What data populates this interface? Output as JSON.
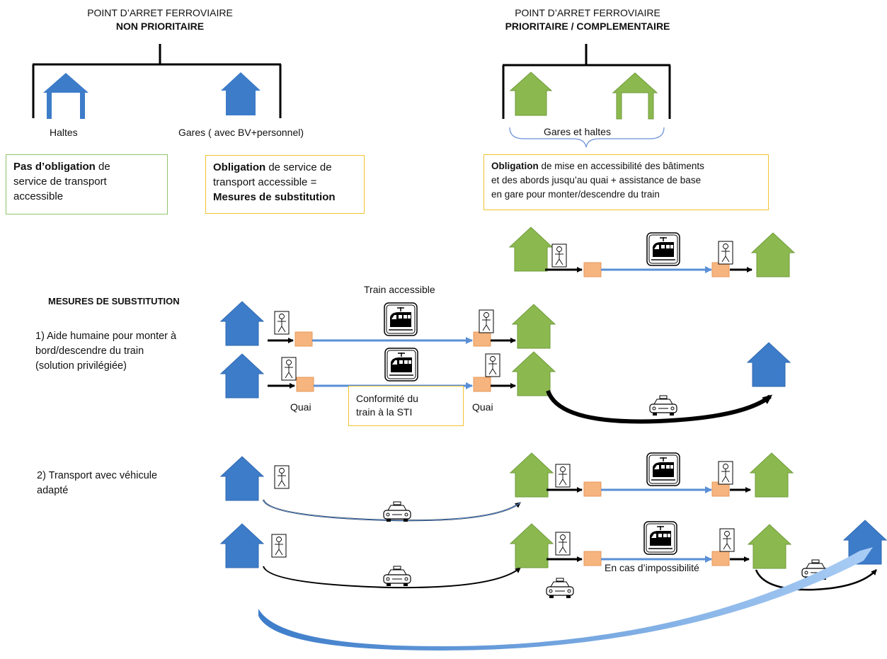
{
  "headers": {
    "non_priority": {
      "line1": "POINT D’ARRET FERROVIAIRE",
      "line2": "NON PRIORITAIRE"
    },
    "priority": {
      "line1": "POINT D’ARRET FERROVIAIRE",
      "line2": "PRIORITAIRE / COMPLEMENTAIRE"
    }
  },
  "labels": {
    "haltes": "Haltes",
    "gares": "Gares ( avec BV+personnel)",
    "gares_et_haltes": "Gares et haltes",
    "train_accessible": "Train accessible",
    "quai": "Quai",
    "en_cas": "En cas d’impossibilité"
  },
  "boxes": {
    "pas_obligation": {
      "bold": "Pas d’obligation",
      "rest1": " de",
      "rest2": "service de transport",
      "rest3": "accessible"
    },
    "obligation_service": {
      "bold": "Obligation",
      "rest1": " de service de",
      "line2": "transport accessible =",
      "line3": "Mesures de substitution"
    },
    "obligation_mise": {
      "bold": "Obligation",
      "rest1": " de mise en accessibilité  des bâtiments",
      "line2": "et des abords jusqu’au quai + assistance de base",
      "line3": "en gare pour monter/descendre du train"
    },
    "conformite": {
      "line1": "Conformité du",
      "line2": "train à la STI"
    }
  },
  "sections": {
    "mesures_title": "MESURES DE SUBSTITUTION",
    "item1": {
      "line1": "1) Aide humaine pour monter à",
      "line2": "bord/descendre du train",
      "line3": "(solution privilégiée)"
    },
    "item2": {
      "line1": "2) Transport  avec  véhicule",
      "line2": "adapté"
    }
  },
  "colors": {
    "blue_station": "#3d7cc9",
    "green_station": "#8cb94f",
    "platform": "#f6b47e",
    "track": "#5a8fd6",
    "box_green": "#8fc46a",
    "box_yellow": "#f2c230"
  }
}
